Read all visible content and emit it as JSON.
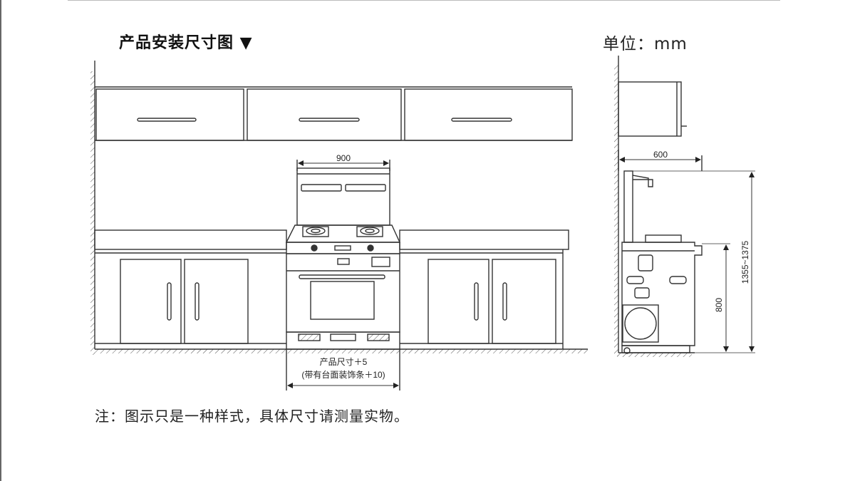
{
  "header": {
    "title": "产品安装尺寸图 ▼",
    "unit": "单位：mm"
  },
  "dimensions": {
    "product_width": "900",
    "depth": "600",
    "height_total": "1355~1375",
    "counter_height": "800",
    "opening_line1": "产品尺寸＋5",
    "opening_line2": "(带有台面装饰条＋10)"
  },
  "footer": {
    "note": "注：图示只是一种样式，具体尺寸请测量实物。"
  },
  "colors": {
    "line": "#333333",
    "hatch": "#555555"
  }
}
